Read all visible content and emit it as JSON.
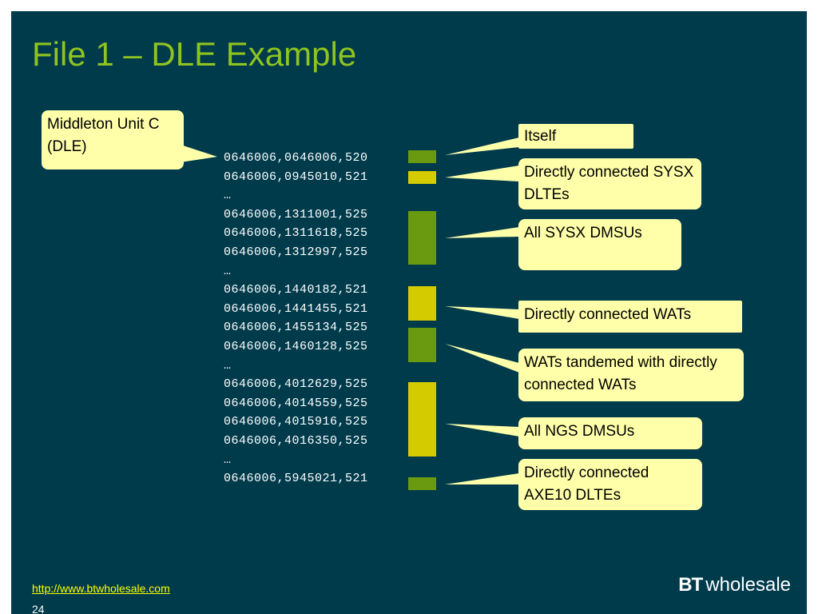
{
  "slide": {
    "title": "File 1 – DLE Example",
    "source_callout": "Middleton Unit C (DLE)",
    "records": [
      {
        "text": "0646006,0646006,520",
        "color": "green"
      },
      {
        "text": "0646006,0945010,521",
        "color": "yellow"
      },
      {
        "text": "…",
        "color": null
      },
      {
        "text": "0646006,1311001,525",
        "color": "green"
      },
      {
        "text": "0646006,1311618,525",
        "color": "green"
      },
      {
        "text": "0646006,1312997,525",
        "color": "green"
      },
      {
        "text": "…",
        "color": null
      },
      {
        "text": "0646006,1440182,521",
        "color": "yellow"
      },
      {
        "text": "0646006,1441455,521",
        "color": "yellow"
      },
      {
        "text": "0646006,1455134,525",
        "color": "green"
      },
      {
        "text": "0646006,1460128,525",
        "color": "green"
      },
      {
        "text": "…",
        "color": null
      },
      {
        "text": "0646006,4012629,525",
        "color": "yellow"
      },
      {
        "text": "0646006,4014559,525",
        "color": "yellow"
      },
      {
        "text": "0646006,4015916,525",
        "color": "yellow"
      },
      {
        "text": "0646006,4016350,525",
        "color": "yellow"
      },
      {
        "text": "…",
        "color": null
      },
      {
        "text": "0646006,5945021,521",
        "color": "green"
      }
    ],
    "callouts": [
      {
        "id": "itself",
        "text": "Itself"
      },
      {
        "id": "sysx-dltes",
        "text": "Directly connected SYSX DLTEs"
      },
      {
        "id": "sysx-dmsus",
        "text": "All SYSX DMSUs"
      },
      {
        "id": "wats",
        "text": "Directly connected WATs"
      },
      {
        "id": "wats-tandemed",
        "text": "WATs tandemed with directly connected WATs"
      },
      {
        "id": "ngs-dmsus",
        "text": "All NGS DMSUs"
      },
      {
        "id": "axe10-dltes",
        "text": "Directly connected AXE10 DLTEs"
      }
    ]
  },
  "footer": {
    "link": "http://www.btwholesale.com",
    "page_number": "24"
  },
  "logo": {
    "brand": "BT",
    "text": "wholesale"
  },
  "colors": {
    "background": "#003b4c",
    "title": "#8fc31f",
    "callout_fill": "#ffffaa",
    "marker_green": "#6a9a10",
    "marker_yellow": "#d4cc00",
    "link": "#ffff00"
  }
}
